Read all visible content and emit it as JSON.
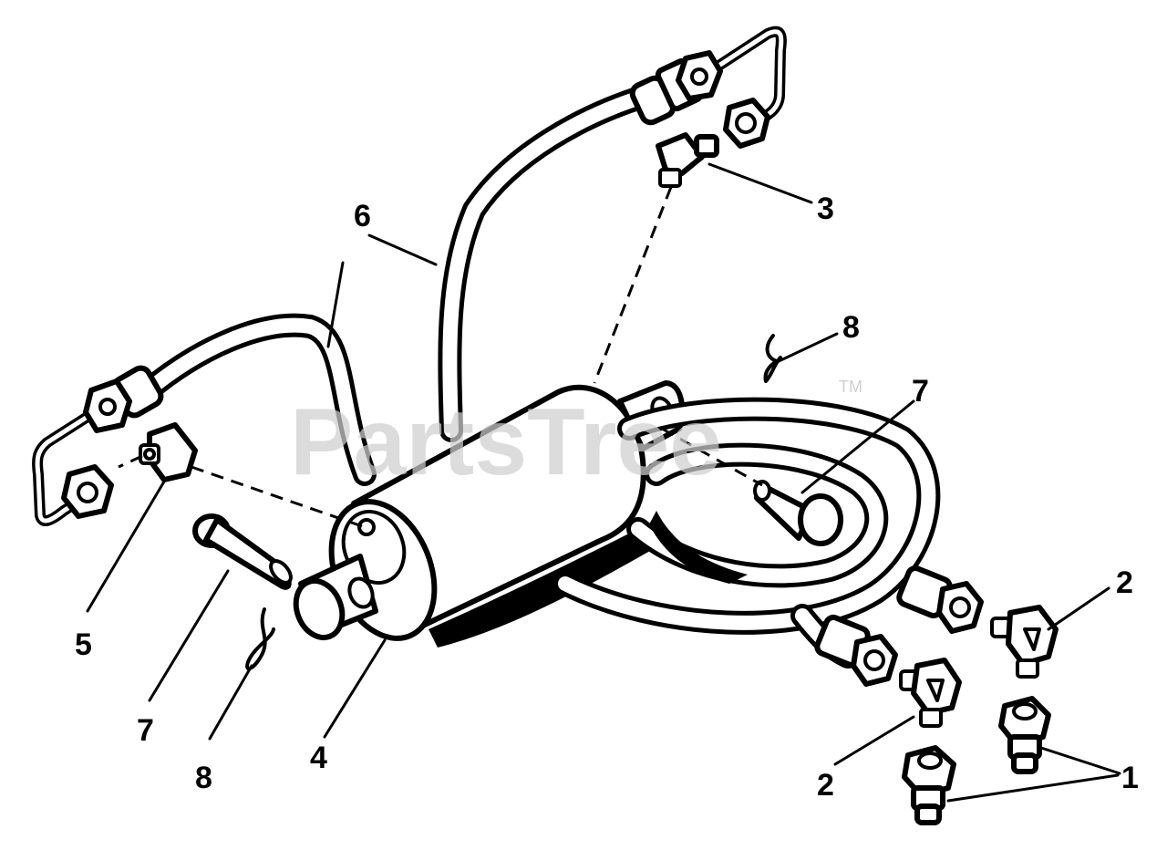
{
  "watermark": {
    "text": "PartsTree",
    "trademark": "TM"
  },
  "callouts": {
    "n1": "1",
    "n2a": "2",
    "n2b": "2",
    "n3": "3",
    "n4": "4",
    "n5": "5",
    "n6": "6",
    "n7a": "7",
    "n7b": "7",
    "n8a": "8",
    "n8b": "8"
  }
}
